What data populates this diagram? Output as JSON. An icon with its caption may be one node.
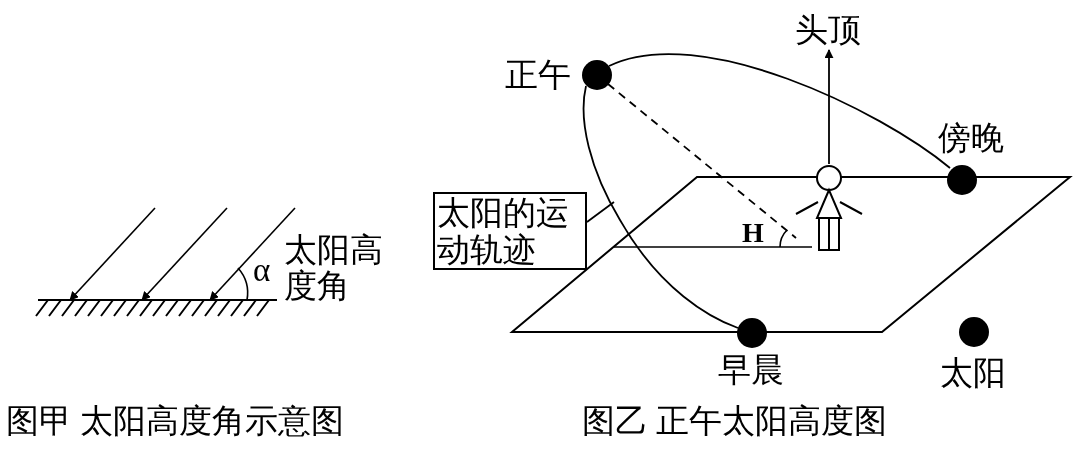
{
  "diagram": {
    "nodes": [
      {
        "text": [],
        "shape": "circle",
        "beside": [
          "正午"
        ]
      },
      {
        "text": [],
        "shape": "circle",
        "beside": [
          "傍晚"
        ]
      },
      {
        "text": [],
        "shape": "circle",
        "beside": [
          "早晨"
        ]
      },
      {
        "text": [
          "太阳的运动轨迹"
        ]
      },
      {
        "text": [],
        "shape": "person"
      },
      {
        "text": [
          "头顶"
        ]
      }
    ],
    "edges": [
      {
        "from": 0,
        "to": 4,
        "arrow": "none",
        "style": "dashed"
      },
      {
        "from": 4,
        "to": 5,
        "arrow": "to"
      },
      {
        "from": 3,
        "to": null,
        "arrow": "none"
      },
      {
        "from": 0,
        "to": 1,
        "arrow": "none"
      },
      {
        "from": 0,
        "to": 2,
        "arrow": "none"
      }
    ],
    "labels": [
      "α",
      "太阳高度角",
      "H",
      "图甲 太阳高度角示意图",
      "图乙 正午太阳高度图"
    ],
    "legend": [
      {
        "text": "太阳"
      }
    ]
  }
}
